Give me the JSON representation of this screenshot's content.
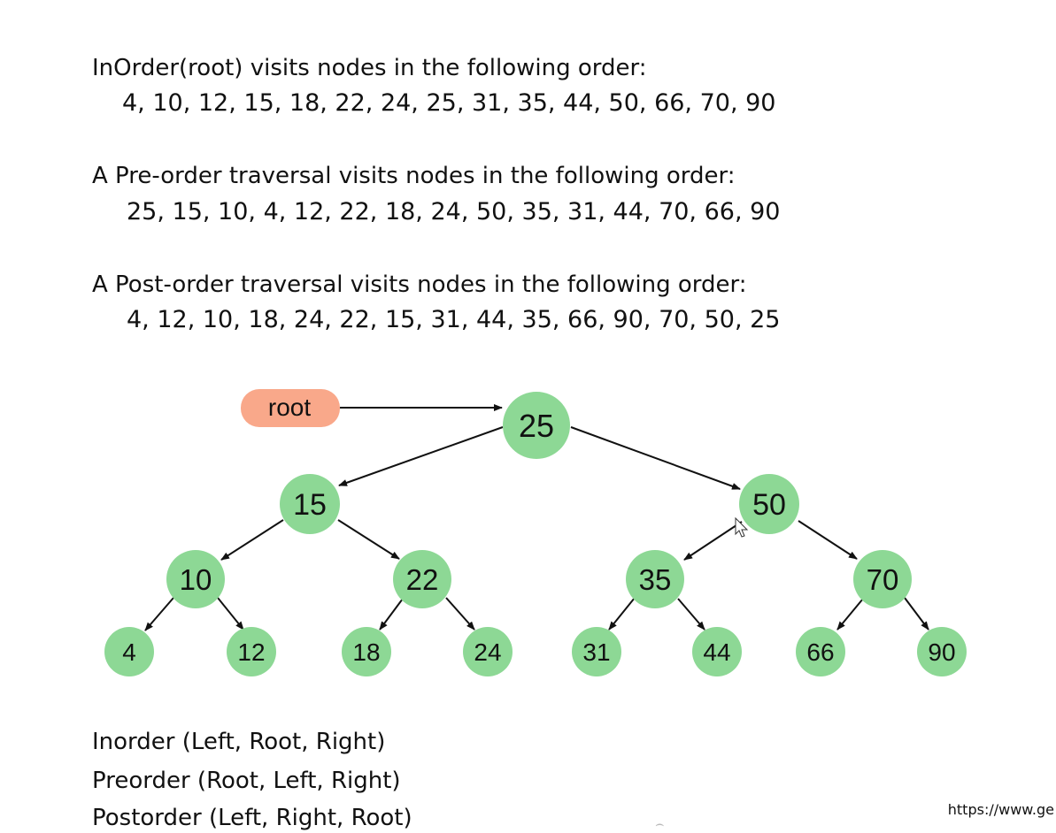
{
  "inorder": {
    "heading": "InOrder(root) visits nodes in the following order:",
    "sequence": "4, 10, 12, 15, 18, 22, 24, 25, 31, 35, 44, 50, 66, 70, 90"
  },
  "preorder": {
    "heading": "A Pre-order traversal visits nodes in the following order:",
    "sequence": "25, 15, 10, 4, 12, 22, 18, 24, 50, 35, 31, 44, 70, 66, 90"
  },
  "postorder": {
    "heading": "A Post-order traversal visits nodes in the following order:",
    "sequence": "4, 12, 10, 18, 24, 22, 15, 31, 44, 35, 66, 90, 70, 50, 25"
  },
  "tree": {
    "root_label": "root",
    "node_color": "#8dd895",
    "root_tag_color": "#f9a88a",
    "nodes": [
      "25",
      "15",
      "50",
      "10",
      "22",
      "35",
      "70",
      "4",
      "12",
      "18",
      "24",
      "31",
      "44",
      "66",
      "90"
    ]
  },
  "rules": [
    "Inorder (Left, Root, Right)",
    "Preorder (Root, Left, Right)",
    "Postorder (Left, Right, Root)"
  ],
  "source_url": "https://www.ge"
}
